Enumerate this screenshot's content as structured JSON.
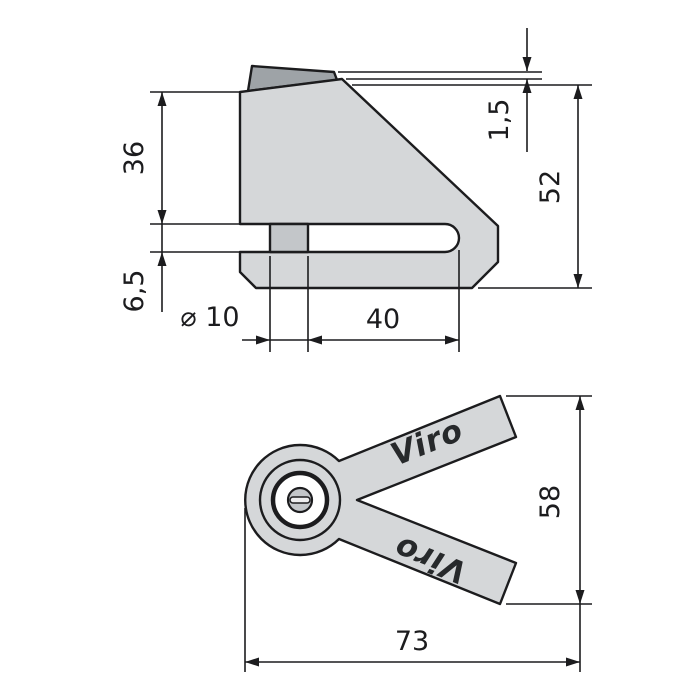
{
  "colors": {
    "body_fill": "#d5d7d9",
    "cap_fill": "#9ea3a7",
    "pin_fill": "#c3c6c9",
    "keyway_fill": "#c3c6c9",
    "key_slot_fill": "#ededee",
    "line": "#1c1c1e"
  },
  "drawing": {
    "side_view": {
      "dims": {
        "upper_height": "36",
        "slot_offset": "6,5",
        "cap_height": "1,5",
        "total_height": "52",
        "pin_diameter": "⌀ 10",
        "slot_depth": "40"
      }
    },
    "front_view": {
      "brand_top_arm": "Viro",
      "brand_bottom_arm": "Viro",
      "dims": {
        "total_height": "58",
        "total_width": "73"
      }
    }
  }
}
